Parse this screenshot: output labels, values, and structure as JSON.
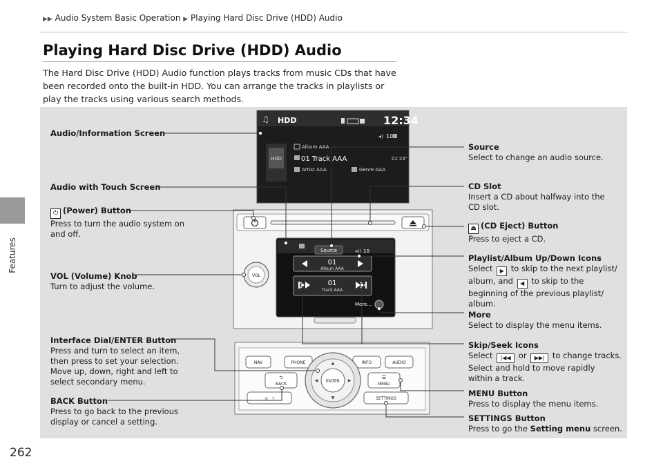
{
  "breadcrumb": {
    "item1": "Audio System Basic Operation",
    "item2": "Playing Hard Disc Drive (HDD) Audio"
  },
  "side_label": "Features",
  "page_number": "262",
  "page_title": "Playing Hard Disc Drive (HDD) Audio",
  "intro": "The Hard Disc Drive (HDD) Audio function plays tracks from music CDs that have been recorded onto the built-in HDD. You can arrange the tracks in playlists or play the tracks using various search methods.",
  "screen": {
    "source": "HDD",
    "clock": "12:34",
    "volume": "10",
    "album": "Album AAA",
    "track": "01 Track AAA",
    "time": "01'23\"",
    "artist": "Artist AAA",
    "genre": "Genre AAA",
    "art_label": "HDD"
  },
  "touch": {
    "source_btn": "Source",
    "volume": "10",
    "album_num": "01",
    "album": "Album AAA",
    "track_num": "01",
    "track": "Track AAA",
    "more": "More..."
  },
  "unit": {
    "vol_knob": "VOL",
    "nav": "NAV",
    "phone": "PHONE",
    "info": "INFO",
    "audio": "AUDIO",
    "back": "BACK",
    "menu": "MENU",
    "settings": "SETTINGS",
    "enter": "ENTER"
  },
  "labels": {
    "audio_info_screen": "Audio/Information Screen",
    "audio_touch_screen": "Audio with Touch Screen",
    "power_title": "(Power) Button",
    "power_desc1": "Press to turn the audio system on",
    "power_desc2": "and off.",
    "vol_title": "VOL (Volume) Knob",
    "vol_desc": "Turn to adjust the volume.",
    "dial_title": "Interface Dial/ENTER Button",
    "dial_desc1": "Press and turn to select an item,",
    "dial_desc2": "then press to set your selection.",
    "dial_desc3": "Move up, down, right and left to",
    "dial_desc4": "select secondary menu.",
    "back_title": "BACK Button",
    "back_desc1": "Press to go back to the previous",
    "back_desc2": "display or cancel a setting.",
    "source_title": "Source",
    "source_desc": "Select to change an audio source.",
    "cdslot_title": "CD Slot",
    "cdslot_desc1": "Insert a CD about halfway into the",
    "cdslot_desc2": "CD slot.",
    "eject_title": "(CD Eject) Button",
    "eject_desc": "Press to eject a CD.",
    "playlist_title": "Playlist/Album Up/Down Icons",
    "playlist_d1a": "Select",
    "playlist_d1b": "to skip to the next playlist/",
    "playlist_d2a": "album, and",
    "playlist_d2b": "to skip to the",
    "playlist_d3": "beginning of the previous playlist/",
    "playlist_d4": "album.",
    "more_title": "More",
    "more_desc": "Select to display the menu items.",
    "skip_title": "Skip/Seek Icons",
    "skip_d1a": "Select",
    "skip_d1b": "or",
    "skip_d1c": "to change tracks.",
    "skip_d2": "Select and hold to move rapidly",
    "skip_d3": "within a track.",
    "menu_title": "MENU Button",
    "menu_desc": "Press to display the menu items.",
    "settings_title": "SETTINGS Button",
    "settings_desc_a": "Press to go the",
    "settings_desc_b": "Setting menu",
    "settings_desc_c": "screen."
  }
}
